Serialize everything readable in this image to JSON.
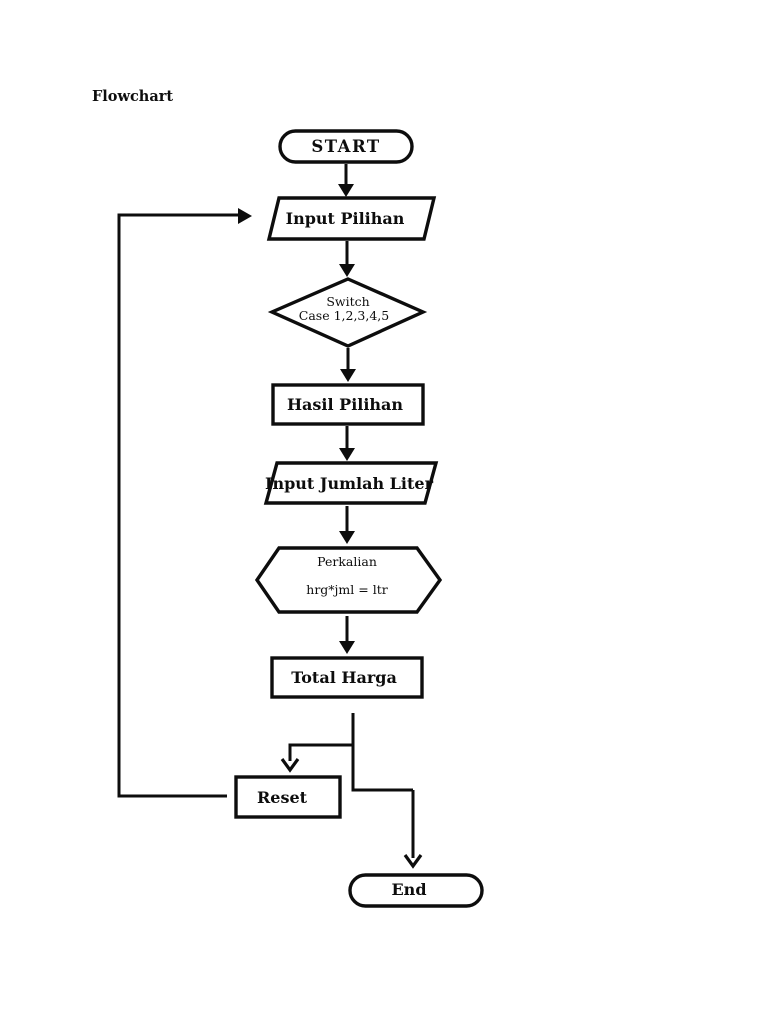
{
  "page": {
    "heading": "Flowchart"
  },
  "flowchart": {
    "colors": {
      "ink": "#0d0d0d",
      "paper": "#ffffff"
    },
    "nodes": {
      "start": {
        "shape": "terminator",
        "label": "START"
      },
      "input_pilihan": {
        "shape": "parallelogram",
        "label": "Input Pilihan"
      },
      "switch_case": {
        "shape": "decision",
        "line1": "Switch",
        "line2": "Case 1,2,3,4,5"
      },
      "hasil_pilihan": {
        "shape": "rectangle",
        "label": "Hasil Pilihan"
      },
      "input_jumlah_liter": {
        "shape": "parallelogram",
        "label": "Input Jumlah Liter"
      },
      "perkalian": {
        "shape": "hexagon",
        "line1": "Perkalian",
        "line2": "hrg*jml = ltr"
      },
      "total_harga": {
        "shape": "rectangle",
        "label": "Total Harga"
      },
      "reset": {
        "shape": "rectangle",
        "label": "Reset"
      },
      "end": {
        "shape": "terminator",
        "label": "End"
      }
    }
  }
}
